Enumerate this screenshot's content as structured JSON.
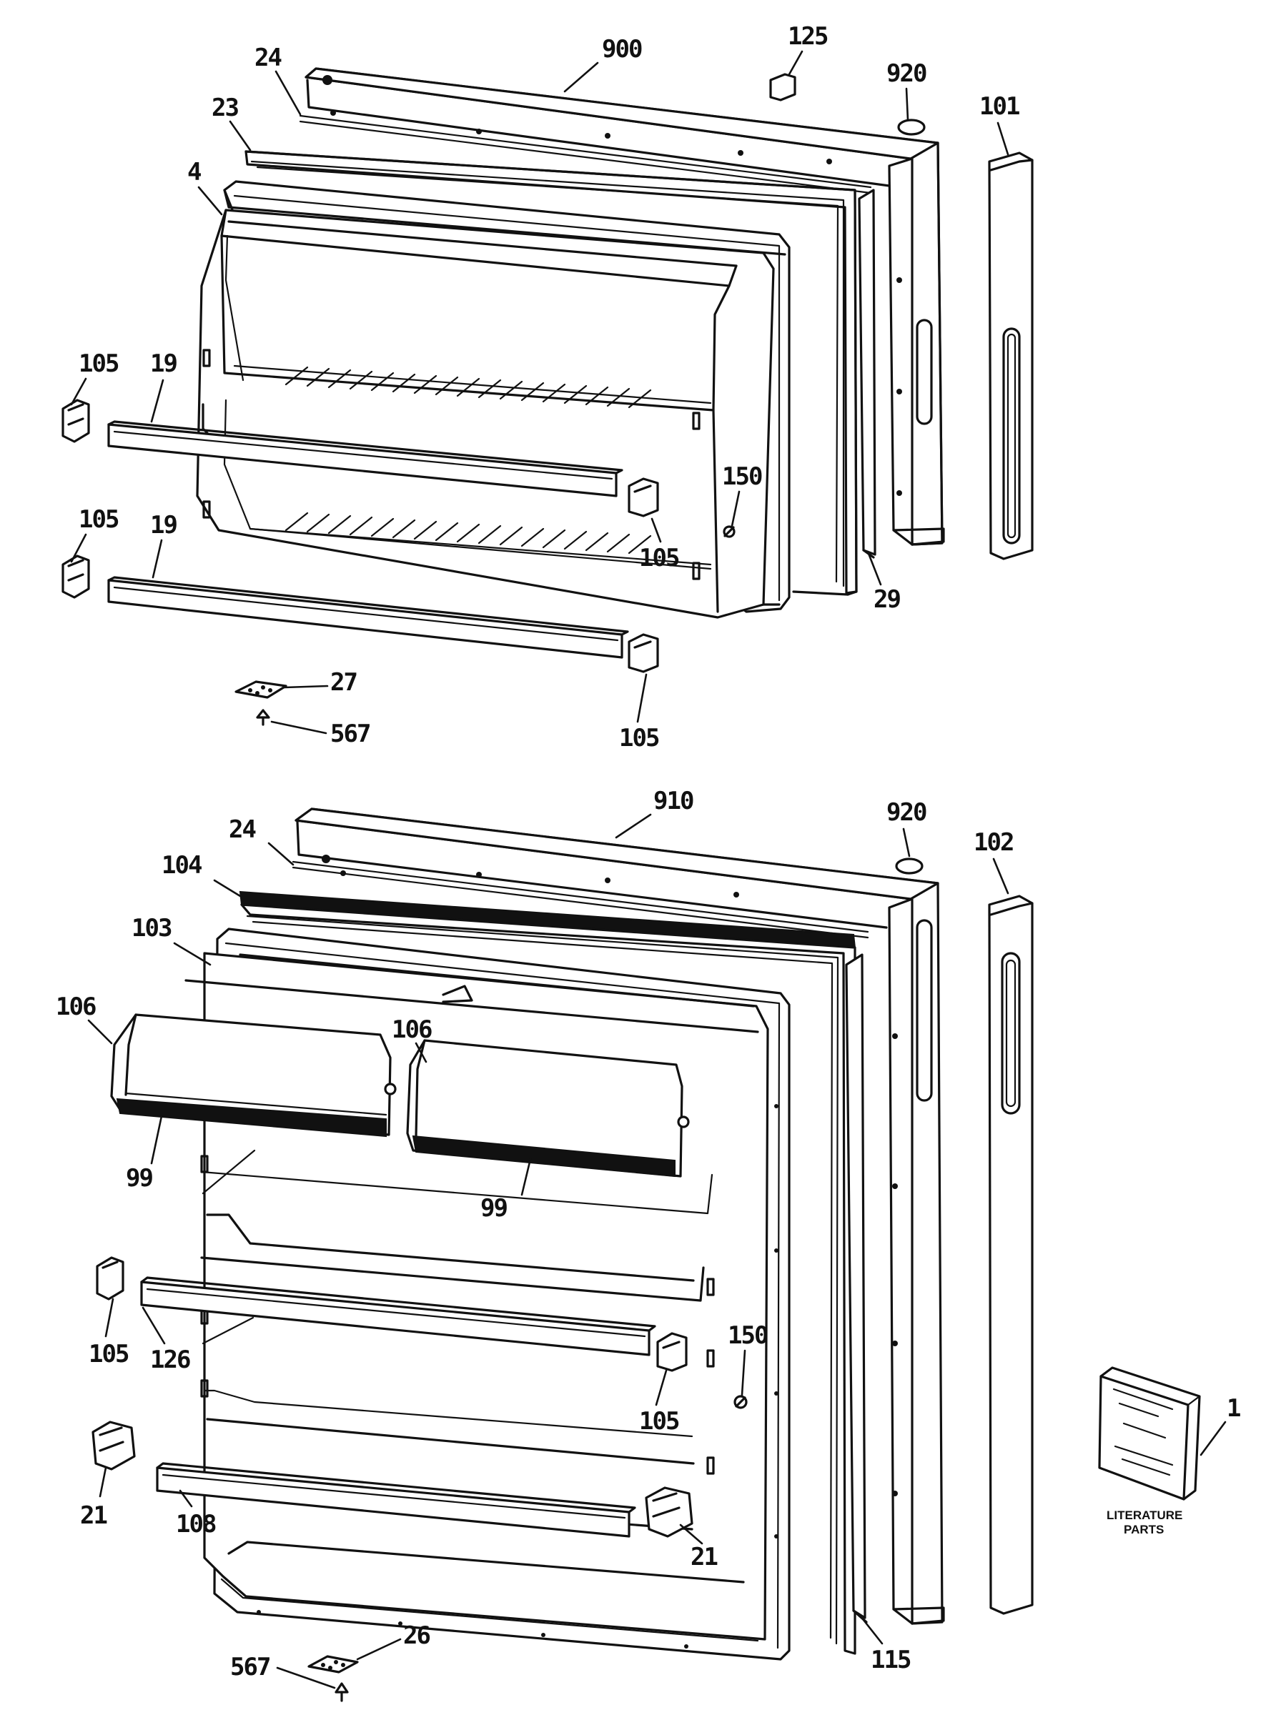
{
  "diagram": {
    "callouts_top": [
      {
        "id": "c900",
        "text": "900"
      },
      {
        "id": "c125",
        "text": "125"
      },
      {
        "id": "c920a",
        "text": "920"
      },
      {
        "id": "c101",
        "text": "101"
      },
      {
        "id": "c24a",
        "text": "24"
      },
      {
        "id": "c23",
        "text": "23"
      },
      {
        "id": "c4",
        "text": "4"
      },
      {
        "id": "c105a",
        "text": "105"
      },
      {
        "id": "c19a",
        "text": "19"
      },
      {
        "id": "c150a",
        "text": "150"
      },
      {
        "id": "c105b",
        "text": "105"
      },
      {
        "id": "c105c",
        "text": "105"
      },
      {
        "id": "c19b",
        "text": "19"
      },
      {
        "id": "c29",
        "text": "29"
      },
      {
        "id": "c27",
        "text": "27"
      },
      {
        "id": "c567a",
        "text": "567"
      },
      {
        "id": "c105d",
        "text": "105"
      }
    ],
    "callouts_bottom": [
      {
        "id": "c910",
        "text": "910"
      },
      {
        "id": "c920b",
        "text": "920"
      },
      {
        "id": "c102",
        "text": "102"
      },
      {
        "id": "c24b",
        "text": "24"
      },
      {
        "id": "c104",
        "text": "104"
      },
      {
        "id": "c103",
        "text": "103"
      },
      {
        "id": "c106a",
        "text": "106"
      },
      {
        "id": "c106b",
        "text": "106"
      },
      {
        "id": "c99a",
        "text": "99"
      },
      {
        "id": "c99b",
        "text": "99"
      },
      {
        "id": "c105e",
        "text": "105"
      },
      {
        "id": "c126",
        "text": "126"
      },
      {
        "id": "c150b",
        "text": "150"
      },
      {
        "id": "c105f",
        "text": "105"
      },
      {
        "id": "c21a",
        "text": "21"
      },
      {
        "id": "c108",
        "text": "108"
      },
      {
        "id": "c21b",
        "text": "21"
      },
      {
        "id": "c115",
        "text": "115"
      },
      {
        "id": "c26",
        "text": "26"
      },
      {
        "id": "c567b",
        "text": "567"
      },
      {
        "id": "c1",
        "text": "1"
      }
    ],
    "literature_label": {
      "line1": "LITERATURE",
      "line2": "PARTS"
    }
  }
}
